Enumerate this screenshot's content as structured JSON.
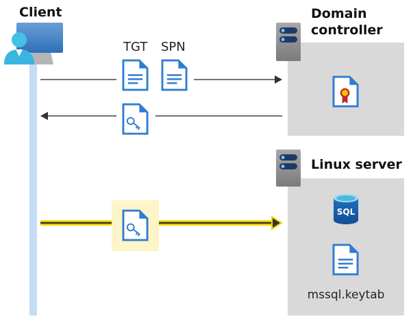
{
  "client": {
    "label": "Client"
  },
  "domain_controller": {
    "label_line1": "Domain",
    "label_line2": "controller"
  },
  "linux_server": {
    "label": "Linux server",
    "keytab_label": "mssql.keytab",
    "sql_icon_text": "SQL"
  },
  "messages": {
    "tgt_label": "TGT",
    "spn_label": "SPN"
  },
  "colors": {
    "lifeline": "#c5dcf7",
    "server_box": "#d9d9d9",
    "highlight": "#fdf5c8",
    "yellow_arrow": "#f5d800",
    "doc_blue": "#2f7dd0"
  }
}
